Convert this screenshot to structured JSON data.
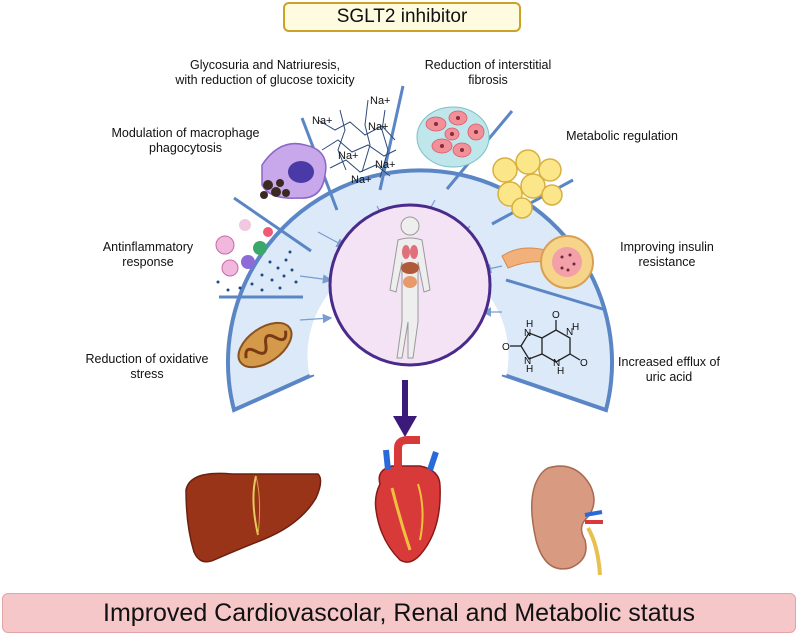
{
  "title": "SGLT2 inhibitor",
  "footer": "Improved Cardiovascolar, Renal and Metabolic status",
  "effects": {
    "glycosuria": {
      "line1": "Glycosuria and Natriuresis,",
      "line2": "with reduction of glucose toxicity"
    },
    "fibrosis": {
      "line1": "Reduction of interstitial",
      "line2": "fibrosis"
    },
    "macrophage": {
      "line1": "Modulation of macrophage",
      "line2": "phagocytosis"
    },
    "metabolic": {
      "line1": "Metabolic regulation"
    },
    "antiinflammatory": {
      "line1": "Antinflammatory",
      "line2": "response"
    },
    "insulin": {
      "line1": "Improving insulin",
      "line2": "resistance"
    },
    "oxidative": {
      "line1": "Reduction of oxidative",
      "line2": "stress"
    },
    "uric": {
      "line1": "Increased efflux of",
      "line2": "uric acid"
    }
  },
  "sodium_labels": [
    "Na+",
    "Na+",
    "Na+",
    "Na+",
    "Na+",
    "Na+"
  ],
  "uric_atoms": [
    "H",
    "H",
    "H",
    "H",
    "N",
    "N",
    "N",
    "N",
    "O",
    "O",
    "O"
  ],
  "colors": {
    "arc_fill": "#dbe9f8",
    "arc_stroke": "#5b86c5",
    "center_fill": "#f3e3f5",
    "center_stroke": "#4a2a8a",
    "down_arrow": "#3b1a7a",
    "title_border": "#c9a227",
    "footer_fill": "#f6c7c9"
  }
}
